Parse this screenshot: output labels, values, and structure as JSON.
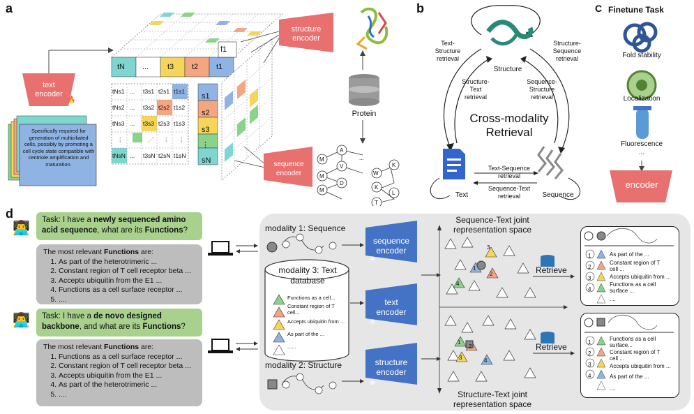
{
  "panels": {
    "a": "a",
    "b": "b",
    "c": "C",
    "d": "d"
  },
  "panel_a": {
    "text_encoder": "text\nencoder",
    "structure_encoder": "structure\nencoder",
    "sequence_encoder": "sequence\nencoder",
    "protein": "Protein",
    "description": "Specifically required for generation of multiciliated cells, possibly by promoting a cell cycle state compatible with centriole amplification and maturation.",
    "t_labels": [
      "tN",
      "...",
      "t3",
      "t2",
      "t1"
    ],
    "s_labels": [
      "s1",
      "s2",
      "s3",
      "⋮",
      "sN"
    ],
    "f1": "f1",
    "graph_nodes": [
      "A",
      "M",
      "V",
      "M",
      "D",
      "M",
      "W",
      "K",
      "K",
      "L",
      "T",
      "..."
    ],
    "matrix_rows": [
      [
        "tNs1",
        "...",
        "t3s1",
        "t2s1",
        "t1s1"
      ],
      [
        "tNs2",
        "...",
        "t3s2",
        "t2s2",
        "t1s2"
      ],
      [
        "tNs3",
        "...",
        "t3s3",
        "t2s3",
        "t1s3"
      ],
      [
        "⋮",
        "",
        "⋰",
        "⋮",
        "⋮"
      ],
      [
        "tNsN",
        "...",
        "t3sN",
        "t2sN",
        "t1sN"
      ]
    ]
  },
  "panel_b": {
    "title": "Cross-modality\nRetrieval",
    "structure": "Structure",
    "text": "Text",
    "sequence": "Sequence",
    "text_structure": "Text-\nStructure\nretrieval",
    "structure_text": "Structure-\nText\nretrieval",
    "structure_sequence": "Structure-\nSequence\nretrieval",
    "sequence_structure": "Sequence-\nStructure\nretrieval",
    "text_sequence": "Text-Sequence\nretrieval",
    "sequence_text": "Sequence-Text\nretrieval"
  },
  "panel_c": {
    "title": "Finetune Task",
    "tasks": [
      "Fold stability",
      "Localization",
      "Fluorescence"
    ],
    "ellipsis": "...",
    "encoder": "encoder"
  },
  "panel_d": {
    "task1_prefix": "Task: I have a ",
    "task1_bold": "newly sequenced amino acid sequence",
    "task1_mid": ", what are its ",
    "task1_bold2": "Functions",
    "task1_end": "?",
    "task2_prefix": "Task: I have a ",
    "task2_bold": "de novo designed backbone",
    "task2_mid": ", and what are its ",
    "task2_bold2": "Functions",
    "task2_end": "?",
    "answer_prefix": "The most relevant ",
    "answer_bold": "Functions",
    "answer_suffix": " are:",
    "answer1": [
      "As part of the heterotrimeric ...",
      "Constant region of T cell receptor beta ...",
      "Accepts ubiquitin from the E1 ...",
      "Functions as a cell surface receptor ...",
      "...."
    ],
    "answer2": [
      "Functions as a cell surface receptor ...",
      "Constant region of T cell receptor beta ...",
      "Accepts ubiquitin from the E1 ...",
      "As part of the heterotrimeric ...",
      "...."
    ],
    "modality1": "modality 1: Sequence",
    "modality2": "modality 2: Structure",
    "modality3": "modality 3: Text\ndatabase",
    "db_items": [
      "Functions as a cell...",
      "Constant region of T\ncell...",
      "Accepts ubiquitin from ...",
      "As part of the ...",
      "......"
    ],
    "sequence_encoder": "sequence\nencoder",
    "text_encoder": "text\nencoder",
    "structure_encoder": "structure\nencoder",
    "space1": "Sequence-Text joint\nrepresentation space",
    "space2": "Structure-Text joint\nrepresentation space",
    "retrieve": "Retrieve",
    "results1": [
      "As part of the ...",
      "Constant region of T\ncell ...",
      "Accepts ubiquitin from ...",
      "Functions as a cell\nsurface ...",
      "...."
    ],
    "results2": [
      "Functions as a cell\nsurface...",
      "Constant region of T\ncell ...",
      "Accepts ubiquitin from ...",
      "As part of the ...",
      "...."
    ],
    "numbers": [
      "1",
      "2",
      "3",
      "4"
    ]
  },
  "colors": {
    "encoder_red": "#e8706f",
    "encoder_blue": "#4472c4",
    "bubble_green": "#a9d18e",
    "bubble_grey": "#bdbdbd",
    "cell_blue": "#8fb4e3",
    "cell_orange": "#f4a582",
    "cell_yellow": "#f6d55c",
    "cell_green": "#8bd28b",
    "cell_teal": "#7fd6cf"
  }
}
